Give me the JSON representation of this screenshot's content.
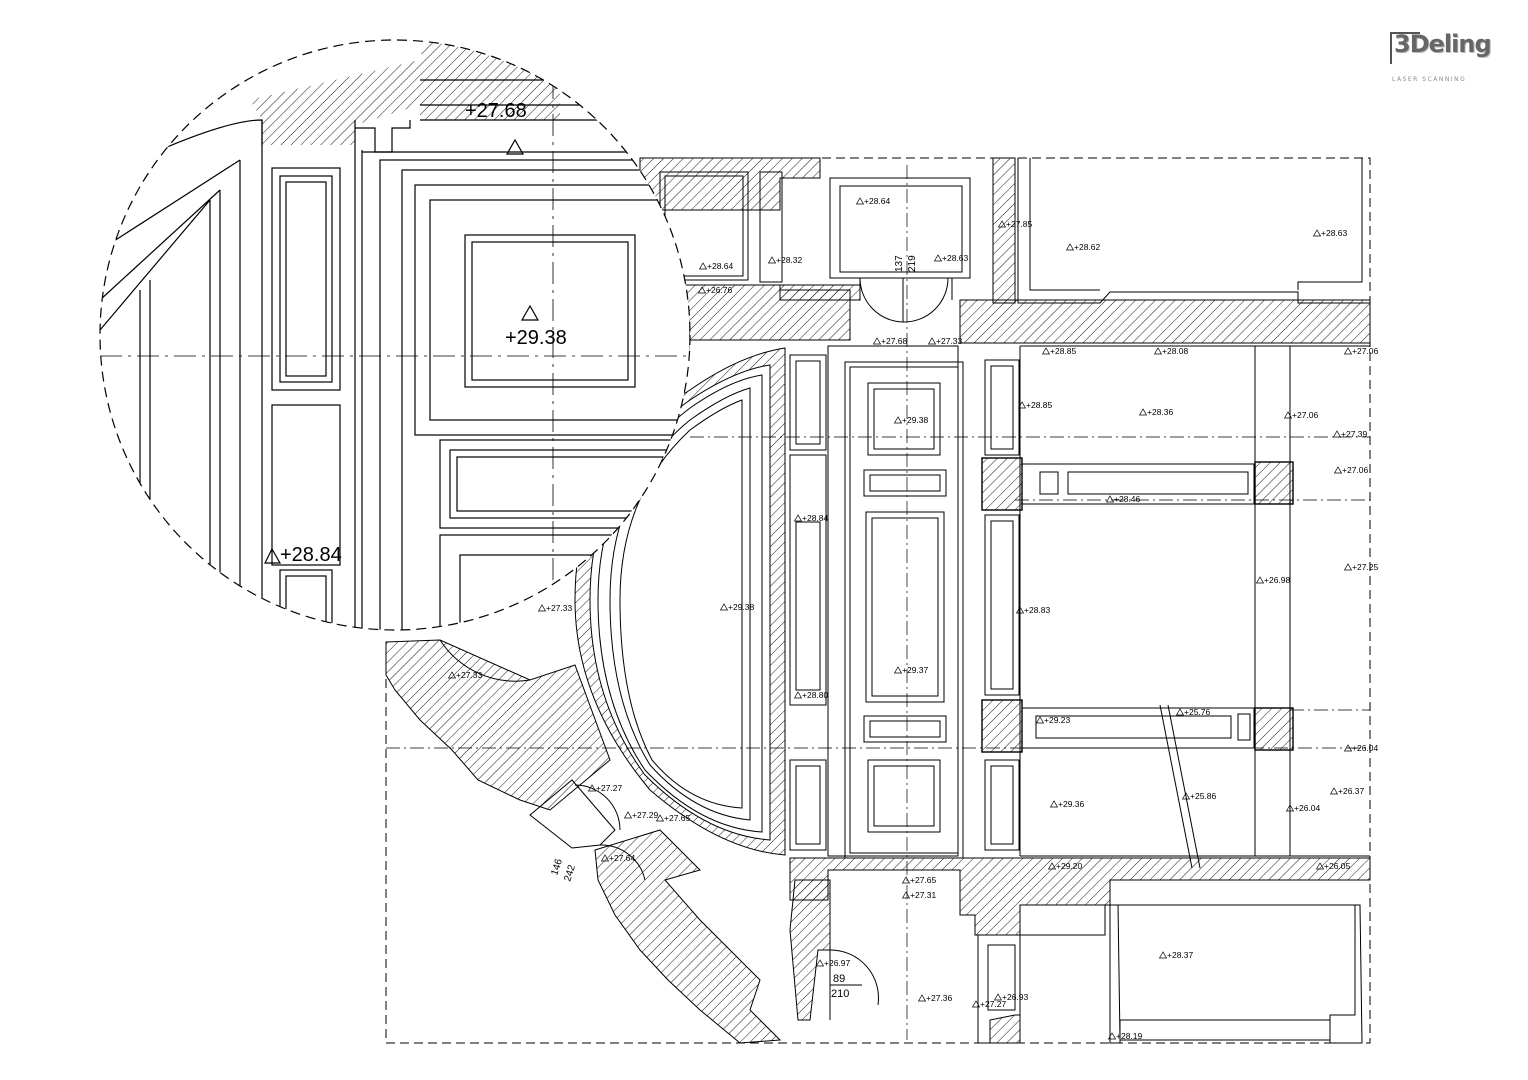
{
  "logo": {
    "text": "3Deling",
    "subtitle": "LASER SCANNING"
  },
  "colors": {
    "line": "#000000",
    "hatch": "#000000",
    "background": "#ffffff"
  },
  "magnifier": {
    "elevations": [
      "+27.68",
      "+29.38",
      "+28.84"
    ]
  },
  "elevations": [
    "+28.64",
    "+28.32",
    "+28.64",
    "+26.76",
    "+28.63",
    "+27.85",
    "+28.62",
    "+28.63",
    "+27.68",
    "+27.33",
    "+28.85",
    "+28.08",
    "+27.06",
    "+28.85",
    "+28.36",
    "+27.06",
    "+27.39",
    "+27.06",
    "+29.38",
    "+28.46",
    "+28.84",
    "+26.98",
    "+27.25",
    "+27.33",
    "+29.38",
    "+28.83",
    "+29.37",
    "+27.33",
    "+28.80",
    "+29.23",
    "+25.76",
    "+26.04",
    "+26.37",
    "+27.27",
    "+29.36",
    "+25.86",
    "+26.04",
    "+27.29",
    "+27.65",
    "+27.64",
    "+29.20",
    "+26.05",
    "+27.65",
    "+27.31",
    "+28.37",
    "+26.97",
    "+26.93",
    "+27.36",
    "+27.27",
    "+28.19"
  ],
  "dimensions": {
    "door_top": {
      "width": "137",
      "height": "219"
    },
    "door_bottom": {
      "width": "89",
      "height": "210"
    },
    "door_diag": {
      "width": "146",
      "height": "242"
    }
  }
}
